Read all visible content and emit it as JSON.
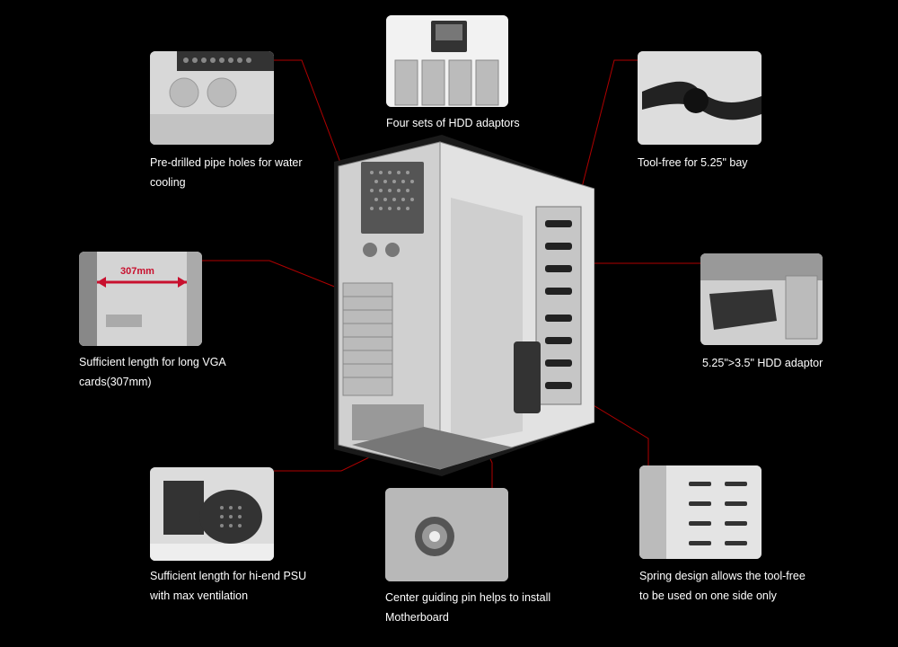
{
  "features": [
    {
      "id": "hdd-adaptors",
      "caption": [
        "Four sets of HDD adaptors"
      ]
    },
    {
      "id": "pipe-holes",
      "caption": [
        "Pre-drilled pipe holes for water",
        "cooling"
      ]
    },
    {
      "id": "tool-free-bay",
      "caption": [
        "Tool-free for 5.25\" bay"
      ]
    },
    {
      "id": "vga-length",
      "caption": [
        "Sufficient length for long VGA",
        "cards(307mm)"
      ],
      "measure_label": "307mm"
    },
    {
      "id": "hdd-525-35",
      "caption": [
        "5.25\">3.5\" HDD adaptor"
      ]
    },
    {
      "id": "psu",
      "caption": [
        "Sufficient length for hi-end PSU",
        "with max ventilation"
      ]
    },
    {
      "id": "guide-pin",
      "caption": [
        "Center guiding pin helps to install",
        "Motherboard"
      ]
    },
    {
      "id": "spring",
      "caption": [
        "Spring design allows the tool-free",
        "to be used on one side only"
      ]
    }
  ],
  "colors": {
    "background": "#000000",
    "leader_line": "#b00000",
    "caption": "#ffffff",
    "measure": "#c8102e"
  }
}
